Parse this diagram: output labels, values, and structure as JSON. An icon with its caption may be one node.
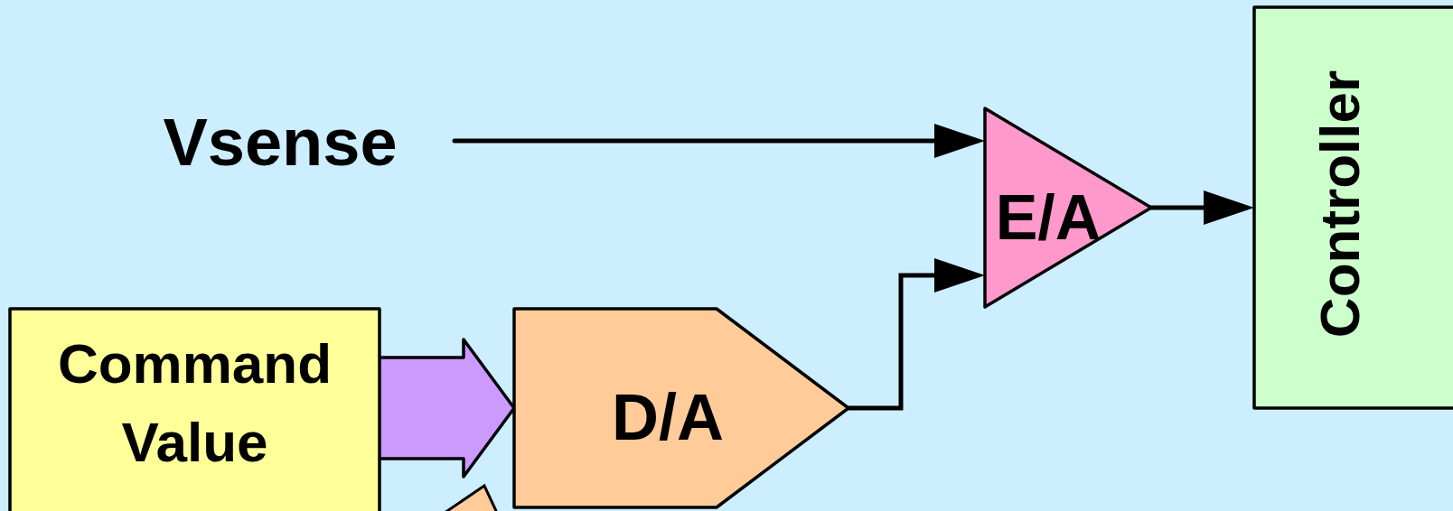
{
  "diagram": {
    "nodes": [
      {
        "text": [
          "Vsense"
        ]
      },
      {
        "text": [
          "Command Value"
        ]
      },
      {
        "text": [
          "D/A"
        ]
      },
      {
        "text": [
          "E/A"
        ]
      },
      {
        "text": [
          "Controller"
        ]
      }
    ],
    "edges": [
      {
        "from": 0,
        "to": 3,
        "arrow": "to"
      },
      {
        "from": 1,
        "to": 2,
        "arrow": "to",
        "style": "thick",
        "color": "#cc99ff"
      },
      {
        "from": 2,
        "to": 3,
        "arrow": "to"
      },
      {
        "from": 3,
        "to": 4,
        "arrow": "to"
      }
    ]
  }
}
